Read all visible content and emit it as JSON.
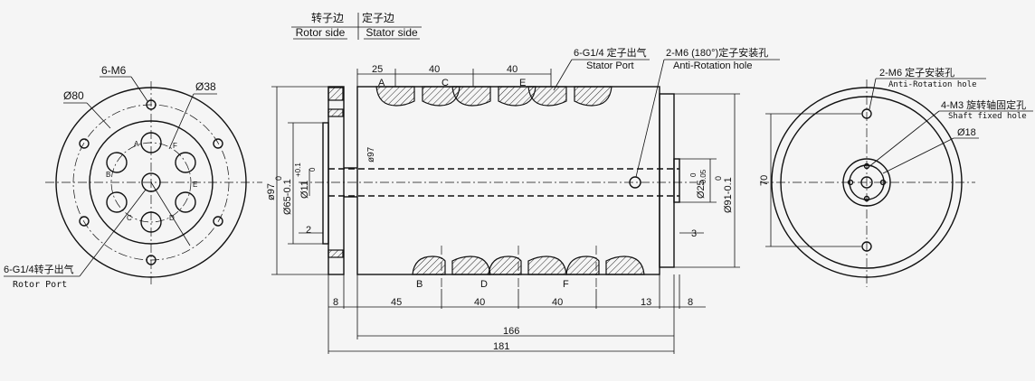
{
  "header": {
    "rotor_cn": "转子边",
    "stator_cn": "定子边",
    "rotor_en": "Rotor side",
    "stator_en": "Stator side"
  },
  "left_view": {
    "callout_bolts": "6-M6",
    "dia_outer": "Ø80",
    "dia_inner": "Ø38",
    "port_cn": "6-G1/4转子出气",
    "port_en": "Rotor Port",
    "ports": [
      "A",
      "B",
      "C",
      "D",
      "E",
      "F"
    ]
  },
  "side_view": {
    "stator_port_cn": "6-G1/4 定子出气",
    "stator_port_en": "Stator Port",
    "anti_rot_cn": "2-M6 (180°)定子安装孔",
    "anti_rot_en": "Anti-Rotation hole",
    "top_dims": [
      "25",
      "40",
      "40"
    ],
    "top_ports": [
      "A",
      "C",
      "E"
    ],
    "bottom_ports": [
      "B",
      "D",
      "F"
    ],
    "dia_97_outer": "ø97",
    "dia_65": "Ø65-0.1",
    "dia_65_tol": "0",
    "dia_11": "Ø11",
    "dia_11_tol_top": "+0.1",
    "dia_11_tol_bot": "0",
    "dia_97_inner": "ø97",
    "dia_25": "Ø25",
    "dia_25_tol_top": "0",
    "dia_25_tol_bot": "-0.05",
    "dia_91": "Ø91-0.1",
    "dia_91_tol": "0",
    "dim_2": "2",
    "dim_3": "3",
    "bottom_dims": [
      "8",
      "45",
      "40",
      "40",
      "13",
      "8"
    ],
    "len_166": "166",
    "len_181": "181"
  },
  "right_view": {
    "anti_rot_cn": "2-M6 定子安装孔",
    "anti_rot_en": "Anti-Rotation hole",
    "shaft_cn": "4-M3 旋转轴固定孔",
    "shaft_en": "Shaft fixed hole",
    "dia_18": "Ø18",
    "dim_70": "70"
  }
}
